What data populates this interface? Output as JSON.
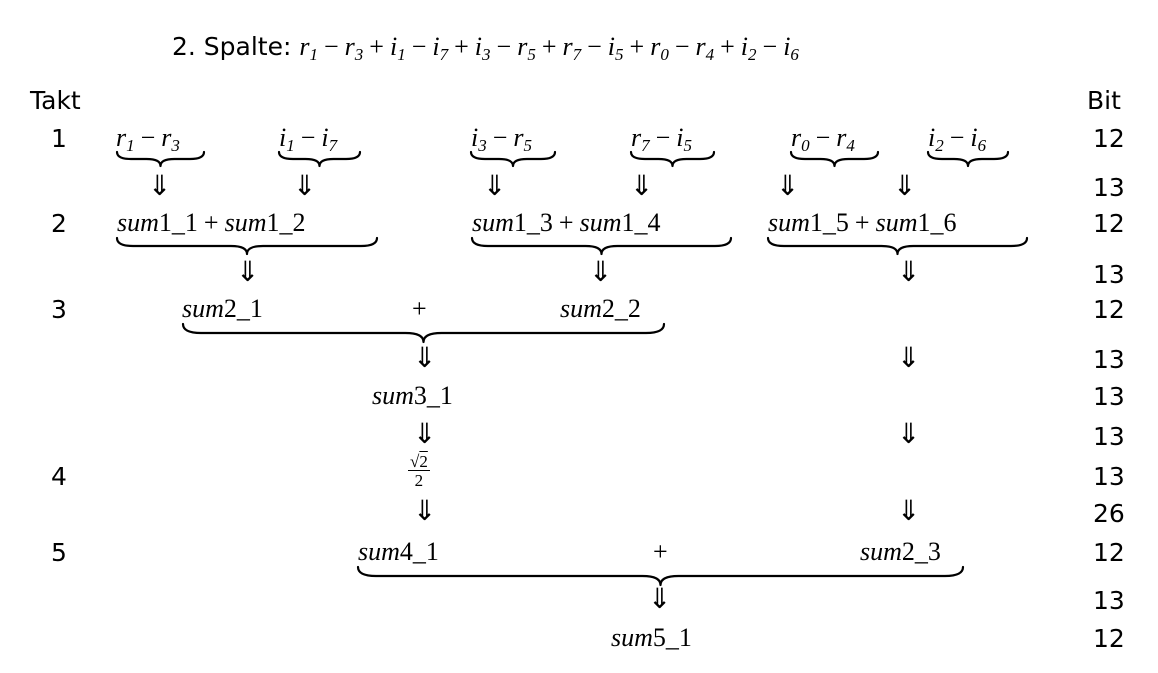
{
  "title": {
    "prefix": "2. Spalte:",
    "formula": [
      "r1",
      "−",
      "r3",
      "+",
      "i1",
      "−",
      "i7",
      "+",
      "i3",
      "−",
      "r5",
      "+",
      "r7",
      "−",
      "i5",
      "+",
      "r0",
      "−",
      "r4",
      "+",
      "i2",
      "−",
      "i6"
    ]
  },
  "headers": {
    "takt": "Takt",
    "bit": "Bit"
  },
  "takt_labels": [
    "1",
    "2",
    "3",
    "4",
    "5"
  ],
  "bit_values": [
    "12",
    "13",
    "12",
    "13",
    "12",
    "13",
    "13",
    "13",
    "13",
    "26",
    "12",
    "13",
    "12"
  ],
  "level1_terms": [
    {
      "a": "r1",
      "op": "−",
      "b": "r3"
    },
    {
      "a": "i1",
      "op": "−",
      "b": "i7"
    },
    {
      "a": "i3",
      "op": "−",
      "b": "r5"
    },
    {
      "a": "r7",
      "op": "−",
      "b": "i5"
    },
    {
      "a": "r0",
      "op": "−",
      "b": "r4"
    },
    {
      "a": "i2",
      "op": "−",
      "b": "i6"
    }
  ],
  "level2_sums": [
    {
      "left": "sum1_1",
      "op": "+",
      "right": "sum1_2"
    },
    {
      "left": "sum1_3",
      "op": "+",
      "right": "sum1_4"
    },
    {
      "left": "sum1_5",
      "op": "+",
      "right": "sum1_6"
    }
  ],
  "level3": {
    "left": "sum2_1",
    "op": "+",
    "right": "sum2_2"
  },
  "sum3": "sum3_1",
  "factor": {
    "numerator": "2",
    "denominator": "2",
    "radical": "√"
  },
  "level5": {
    "left": "sum4_1",
    "op": "+",
    "right": "sum2_3"
  },
  "result": "sum5_1",
  "arrow_symbol": "⇓"
}
